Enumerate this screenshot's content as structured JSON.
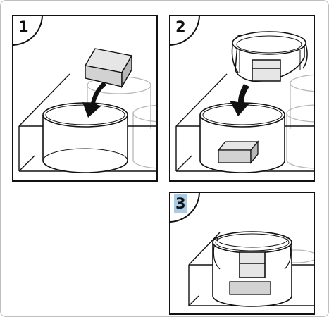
{
  "panels": [
    {
      "number": "1"
    },
    {
      "number": "2"
    },
    {
      "number": "3"
    }
  ],
  "colors": {
    "line": "#111111",
    "faint_line": "#b8b8b8",
    "block_fill": "#dcdcdc",
    "block_dark": "#b0b0b0",
    "step_highlight": "#a8cbe6"
  }
}
